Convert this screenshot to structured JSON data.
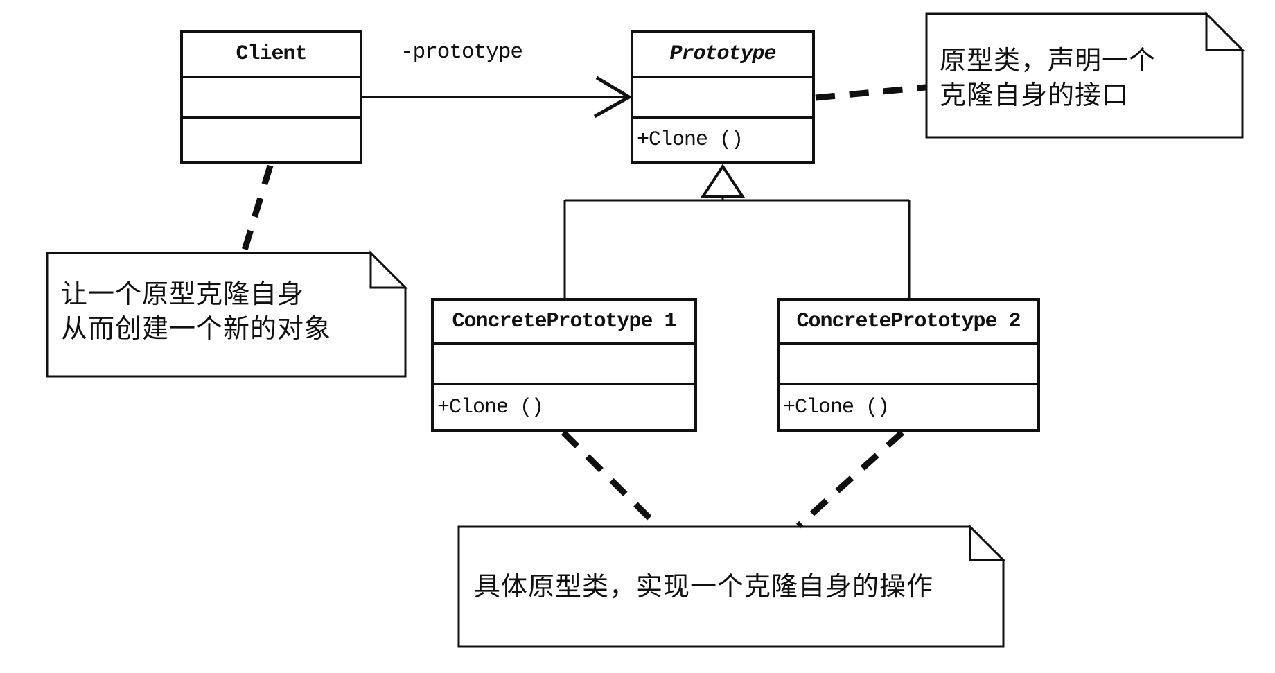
{
  "diagram": {
    "kind": "uml-class-diagram",
    "classes": {
      "client": {
        "name": "Client"
      },
      "prototype": {
        "name": "Prototype",
        "operation": "+Clone ()"
      },
      "concrete_prototype_1": {
        "name": "ConcretePrototype 1",
        "operation": "+Clone ()"
      },
      "concrete_prototype_2": {
        "name": "ConcretePrototype 2",
        "operation": "+Clone ()"
      }
    },
    "edges": {
      "association": {
        "label": "-prototype",
        "from": "Client",
        "to": "Prototype"
      },
      "generalizations": [
        {
          "from": "ConcretePrototype 1",
          "to": "Prototype"
        },
        {
          "from": "ConcretePrototype 2",
          "to": "Prototype"
        }
      ]
    },
    "notes": {
      "prototype_note": {
        "lines": [
          "原型类，声明一个",
          "克隆自身的接口"
        ],
        "target": "Prototype"
      },
      "client_note": {
        "lines": [
          "让一个原型克隆自身",
          "从而创建一个新的对象"
        ],
        "target": "Client"
      },
      "concrete_note": {
        "lines": [
          "具体原型类，实现一个克隆自身的操作"
        ],
        "target": "ConcretePrototype 1 & 2"
      }
    },
    "colors": {
      "stroke": "#101010",
      "background": "#ffffff"
    }
  }
}
